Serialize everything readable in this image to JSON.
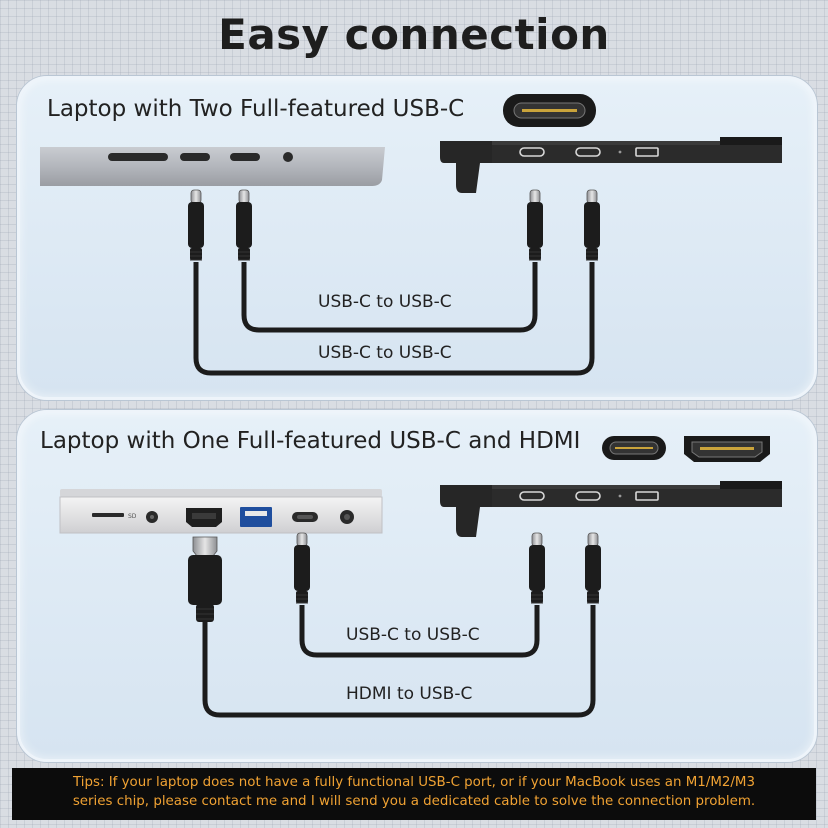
{
  "title": "Easy connection",
  "panel1": {
    "heading": "Laptop with Two Full-featured USB-C",
    "cable_inner_label": "USB-C to USB-C",
    "cable_outer_label": "USB-C to USB-C"
  },
  "panel2": {
    "heading": "Laptop with One Full-featured USB-C and HDMI",
    "laptop_port_labels": {
      "sd": "SD"
    },
    "cable_inner_label": "USB-C to USB-C",
    "cable_outer_label": "HDMI to USB-C"
  },
  "tips": {
    "line1": "Tips: If your laptop does not have a fully functional USB-C port, or if your MacBook uses an M1/M2/M3",
    "line2": "series chip, please contact me and I will send you a dedicated cable to solve the connection problem."
  },
  "colors": {
    "tips_text": "#f0a233",
    "tips_background": "#0c0c0c",
    "cable": "#1c1c1c"
  }
}
